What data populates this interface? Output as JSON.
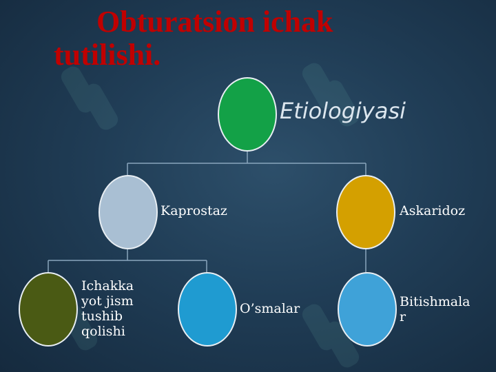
{
  "title": "Obturatsion ichak tutilishi.",
  "diagram": {
    "root": {
      "label": "Etiologiyasi",
      "color": "#13a147"
    },
    "level1": [
      {
        "label": "Kaprostaz",
        "color": "#a9bfd3"
      },
      {
        "label": "Askaridoz",
        "color": "#d4a000"
      }
    ],
    "level2": [
      {
        "label": "Ichakka yot jism tushib qolishi",
        "color": "#4a5a14"
      },
      {
        "label": "O’smalar",
        "color": "#1f9bd1"
      },
      {
        "label": "Bitishmalar",
        "color": "#3fa2d8"
      }
    ]
  },
  "colors": {
    "title": "#c00000",
    "connector": "#8aa6bd",
    "node_border": "#e8eef3"
  }
}
